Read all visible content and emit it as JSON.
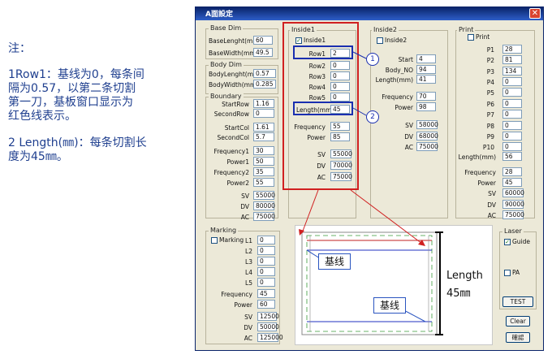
{
  "notes": {
    "heading": "注：",
    "p1_l1": "1Row1：基线为0，每条间",
    "p1_l2": "隔为0.57，以第二条切割",
    "p1_l3": "第一刀，基板窗口显示为",
    "p1_l4": "红色线表示。",
    "p2_l1": "2 Length(㎜)：每条切割长",
    "p2_l2": "度为45㎜。"
  },
  "window": {
    "title": "A面設定",
    "close_glyph": "✕"
  },
  "base_dim": {
    "title": "Base Dim",
    "length_label": "BaseLenght(mm)",
    "length_value": "60",
    "width_label": "BaseWidth(mm)",
    "width_value": "49.5"
  },
  "body_dim": {
    "title": "Body Dim",
    "length_label": "BodyLenght(mm)",
    "length_value": "0.57",
    "width_label": "BodyWidth(mm)",
    "width_value": "0.285"
  },
  "boundary": {
    "title": "Boundary",
    "start_row_label": "StartRow",
    "start_row_value": "1.16",
    "second_row_label": "SecondRow",
    "second_row_value": "0",
    "start_col_label": "StartCol",
    "start_col_value": "1.61",
    "second_col_label": "SecondCol",
    "second_col_value": "5.7",
    "freq1_label": "Frequency1",
    "freq1_value": "30",
    "power1_label": "Power1",
    "power1_value": "50",
    "freq2_label": "Frequency2",
    "freq2_value": "35",
    "power2_label": "Power2",
    "power2_value": "55",
    "sv_label": "SV",
    "sv_value": "55000",
    "dv_label": "DV",
    "dv_value": "80000",
    "ac_label": "AC",
    "ac_value": "75000"
  },
  "inside1": {
    "title": "Inside1",
    "checkbox_label": "Inside1",
    "checked_mark": "✓",
    "row1_label": "Row1",
    "row1_value": "2",
    "row2_label": "Row2",
    "row2_value": "0",
    "row3_label": "Row3",
    "row3_value": "0",
    "row4_label": "Row4",
    "row4_value": "0",
    "row5_label": "Row5",
    "row5_value": "0",
    "length_label": "Length(mm)",
    "length_value": "45",
    "freq_label": "Frequency",
    "freq_value": "55",
    "power_label": "Power",
    "power_value": "85",
    "sv_label": "SV",
    "sv_value": "55000",
    "dv_label": "DV",
    "dv_value": "70000",
    "ac_label": "AC",
    "ac_value": "75000"
  },
  "inside2": {
    "title": "Inside2",
    "checkbox_label": "Inside2",
    "start_label": "Start",
    "start_value": "4",
    "body_no_label": "Body_NO",
    "body_no_value": "94",
    "length_label": "Length(mm)",
    "length_value": "41",
    "freq_label": "Frequency",
    "freq_value": "70",
    "power_label": "Power",
    "power_value": "98",
    "sv_label": "SV",
    "sv_value": "58000",
    "dv_label": "DV",
    "dv_value": "68000",
    "ac_label": "AC",
    "ac_value": "75000"
  },
  "print": {
    "title": "Print",
    "checkbox_label": "Print",
    "p1_label": "P1",
    "p1_value": "28",
    "p2_label": "P2",
    "p2_value": "81",
    "p3_label": "P3",
    "p3_value": "134",
    "p4_label": "P4",
    "p4_value": "0",
    "p5_label": "P5",
    "p5_value": "0",
    "p6_label": "P6",
    "p6_value": "0",
    "p7_label": "P7",
    "p7_value": "0",
    "p8_label": "P8",
    "p8_value": "0",
    "p9_label": "P9",
    "p9_value": "0",
    "p10_label": "P10",
    "p10_value": "0",
    "length_label": "Length(mm)",
    "length_value": "56",
    "freq_label": "Frequency",
    "freq_value": "28",
    "power_label": "Power",
    "power_value": "45",
    "sv_label": "SV",
    "sv_value": "60000",
    "dv_label": "DV",
    "dv_value": "90000",
    "ac_label": "AC",
    "ac_value": "75000"
  },
  "marking": {
    "title": "Marking",
    "checkbox_label": "Marking",
    "l1_label": "L1",
    "l1_value": "0",
    "l2_label": "L2",
    "l2_value": "0",
    "l3_label": "L3",
    "l3_value": "0",
    "l4_label": "L4",
    "l4_value": "0",
    "l5_label": "L5",
    "l5_value": "0",
    "freq_label": "Frequency",
    "freq_value": "45",
    "power_label": "Power",
    "power_value": "60",
    "sv_label": "SV",
    "sv_value": "12500",
    "dv_label": "DV",
    "dv_value": "50000",
    "ac_label": "AC",
    "ac_value": "125000"
  },
  "laser": {
    "title": "Laser",
    "guide_label": "Guide",
    "guide_checked": "✓",
    "pa_label": "PA",
    "test_label": "TEST"
  },
  "buttons": {
    "clear_label": "Clear",
    "ok_label": "確認"
  },
  "annotations": {
    "circle1": "1",
    "circle2": "2",
    "baseline_top": "基线",
    "baseline_bottom": "基线",
    "length_text": "Length",
    "length_value": "45㎜"
  },
  "colors": {
    "highlight_red": "#d02020",
    "highlight_blue": "#1a2fb0",
    "title_bar": "#0a246a",
    "dialog_bg": "#ece9d8",
    "note_text": "#1f3f8f"
  }
}
